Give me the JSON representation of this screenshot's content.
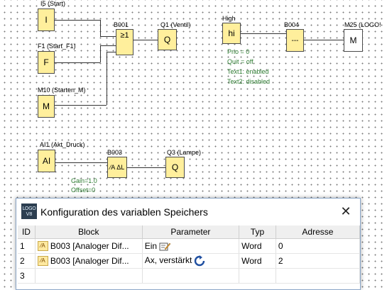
{
  "diagram": {
    "blocks": {
      "i5": {
        "label": "I5 (Start)",
        "symbol": "I"
      },
      "f1": {
        "label": "F1 (Start_F1)",
        "symbol": "F"
      },
      "m10": {
        "label": "M10 (Starten_M)",
        "symbol": "M"
      },
      "b001": {
        "label": "B001",
        "symbol": "≥1"
      },
      "q1": {
        "label": "Q1 (Ventil)",
        "symbol": "Q"
      },
      "high": {
        "label": "High",
        "symbol": "hi"
      },
      "b004": {
        "label": "B004",
        "symbol": "---"
      },
      "m25": {
        "label": "M25 (LOGO!",
        "symbol": "M"
      },
      "ai1": {
        "label": "AI1 (Akt_Druck)",
        "symbol": "AI"
      },
      "b003": {
        "label": "B003",
        "symbol": "⁄A ΔL"
      },
      "q3": {
        "label": "Q3 (Lampe)",
        "symbol": "Q"
      }
    },
    "b004_params": [
      "Prio = 0",
      "Quit = off",
      "Text1: enabled",
      "Text2: disabled"
    ],
    "b003_params": [
      "Gain=1.0",
      "Offset=0"
    ]
  },
  "dialog": {
    "icon_text": [
      "LOGO",
      "V8"
    ],
    "title": "Konfiguration des variablen Speichers",
    "close_glyph": "✕",
    "columns": [
      "ID",
      "Block",
      "Parameter",
      "Typ",
      "Adresse"
    ],
    "rows": [
      {
        "id": "1",
        "block": "B003 [Analoger Dif...",
        "parameter": "Ein",
        "param_icon": "edit-icon",
        "typ": "Word",
        "adresse": "0"
      },
      {
        "id": "2",
        "block": "B003 [Analoger Dif...",
        "parameter": "Ax, verstärkt",
        "param_icon": "refresh-icon",
        "typ": "Word",
        "adresse": "2"
      },
      {
        "id": "3",
        "block": "",
        "parameter": "",
        "typ": "",
        "adresse": ""
      }
    ]
  }
}
